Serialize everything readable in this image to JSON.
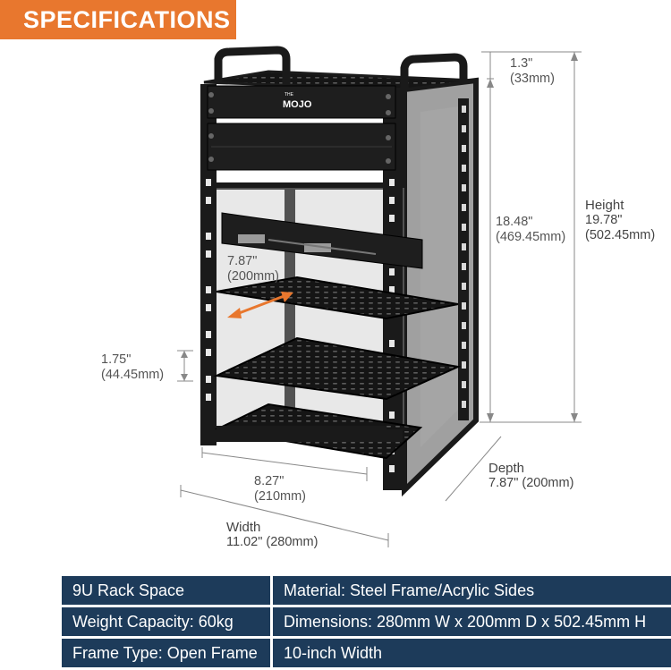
{
  "banner": {
    "title": "SPECIFICATIONS"
  },
  "brand": {
    "logo_text": "MOJO",
    "logo_small": "THE"
  },
  "dimensions": {
    "top_gap": {
      "imperial": "1.3\"",
      "metric": "(33mm)"
    },
    "inner_height": {
      "imperial": "18.48\"",
      "metric": "(469.45mm)"
    },
    "height": {
      "label": "Height",
      "imperial": "19.78\"",
      "metric": "(502.45mm)"
    },
    "shelf_depth": {
      "imperial": "7.87\"",
      "metric": "(200mm)"
    },
    "rack_unit": {
      "imperial": "1.75\"",
      "metric": "(44.45mm)"
    },
    "inner_width": {
      "imperial": "8.27\"",
      "metric": "(210mm)"
    },
    "width": {
      "label": "Width",
      "value": "11.02\" (280mm)"
    },
    "depth": {
      "label": "Depth",
      "value": "7.87\" (200mm)"
    }
  },
  "specs": [
    {
      "left": "9U Rack Space",
      "right": "Material: Steel Frame/Acrylic Sides"
    },
    {
      "left": "Weight Capacity: 60kg",
      "right": "Dimensions: 280mm W x 200mm D x 502.45mm H"
    },
    {
      "left": "Frame Type: Open Frame",
      "right": "10-inch Width"
    }
  ],
  "colors": {
    "banner": "#e8772e",
    "table": "#1d3b5a",
    "accent_arrow": "#e8772e",
    "frame": "#1a1a1a"
  }
}
